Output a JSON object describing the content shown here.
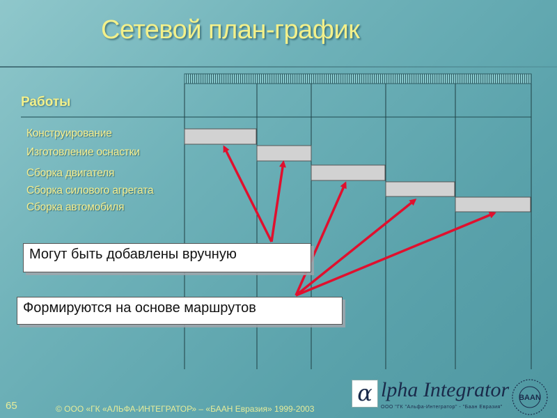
{
  "title": "Сетевой план-график",
  "works_header": "Работы",
  "tasks": [
    "Конструирование",
    "Изготовление оснастки",
    "Сборка двигателя",
    "Сборка силового агрегата",
    "Сборка автомобиля"
  ],
  "callouts": {
    "manual": "Могут быть добавлены вручную",
    "routes": "Формируются на основе маршрутов"
  },
  "footer": {
    "slide_number": "65",
    "copyright": "© ООО «ГК «АЛЬФА-ИНТЕГРАТОР» – «БААН Евразия» 1999-2003"
  },
  "logo": {
    "alpha_glyph": "α",
    "name": "lpha Integrator",
    "subtitle": "ООО \"ГК \"Альфа-Интегратор\" - \"Баан Евразия\"",
    "baan_text": "BAAN"
  },
  "colors": {
    "title": "#f3f08a",
    "arrow": "#e0102e",
    "bar": "#d2d2d2"
  }
}
